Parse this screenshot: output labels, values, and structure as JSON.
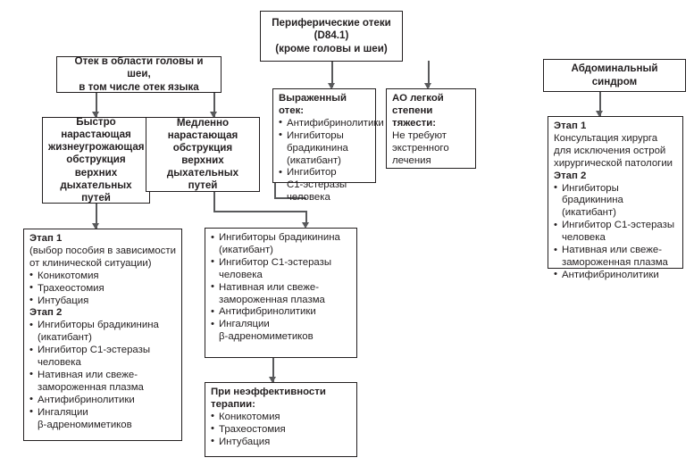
{
  "diagram": {
    "title_root": "Периферические отеки\n(D84.1)\n(кроме головы и шеи)",
    "nodes": {
      "root": {
        "lines": [
          "Периферические отеки",
          "(D84.1)",
          "(кроме головы и шеи)"
        ]
      },
      "head_neck": {
        "lines": [
          "Отек в области головы и шеи,",
          "в том числе отек языка"
        ]
      },
      "abdominal": {
        "lines": [
          "Абдоминальный синдром"
        ]
      },
      "fast_obstruction": {
        "lines": [
          "Быстро",
          "нарастающая",
          "жизнеугрожающая",
          "обструкция верхних",
          "дыхательных путей"
        ]
      },
      "slow_obstruction": {
        "lines": [
          "Медленно",
          "нарастающая",
          "обструкция верхних",
          "дыхательных путей"
        ]
      },
      "severe_edema": {
        "header": "Выраженный отек:",
        "items": [
          "Антифибринолитики",
          "Ингибиторы\nбрадикинина\n(икатибант)",
          "Ингибитор\nС1-эстеразы\nчеловека"
        ]
      },
      "mild_ao": {
        "header": "АО легкой\nстепени тяжести:",
        "body": "Не требуют\nэкстренного\nлечения"
      },
      "fast_treatment": {
        "stage1_title": "Этап 1",
        "stage1_note": "(выбор пособия в зависимости\nот клинической ситуации)",
        "stage1_items": [
          "Коникотомия",
          "Трахеостомия",
          "Интубация"
        ],
        "stage2_title": "Этап 2",
        "stage2_items": [
          "Ингибиторы брадикинина\n(икатибант)",
          "Ингибитор С1-эстеразы\nчеловека",
          "Нативная или свеже-\nзамороженная плазма",
          "Антифибринолитики",
          "Ингаляции\nβ-адреномиметиков"
        ]
      },
      "slow_treatment": {
        "items": [
          "Ингибиторы брадикинина\n(икатибант)",
          "Ингибитор С1-эстеразы\nчеловека",
          "Нативная или свеже-\nзамороженная плазма",
          "Антифибринолитики",
          "Ингаляции\nβ-адреномиметиков"
        ]
      },
      "ineffective": {
        "header": "При неэффективности\nтерапии:",
        "items": [
          "Коникотомия",
          "Трахеостомия",
          "Интубация"
        ]
      },
      "abdominal_treatment": {
        "stage1_title": "Этап 1",
        "stage1_note": "Консультация хирурга\nдля исключения острой\nхирургической патологии",
        "stage2_title": "Этап 2",
        "stage2_items": [
          "Ингибиторы брадикинина\n(икатибант)",
          "Ингибитор С1-эстеразы\nчеловека",
          "Нативная или свеже-\nзамороженная плазма",
          "Антифибринолитики"
        ]
      }
    },
    "colors": {
      "text": "#231f20",
      "border": "#231f20",
      "connector": "#58595b",
      "background": "#ffffff"
    }
  }
}
